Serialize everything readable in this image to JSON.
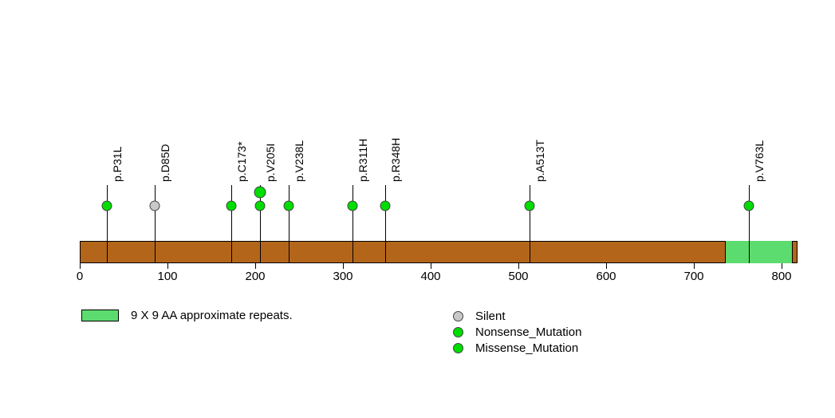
{
  "chart_data": {
    "type": "lollipop",
    "title": "",
    "xlabel": "",
    "ylabel": "",
    "xlim": [
      0,
      818
    ],
    "protein_length": 818,
    "axis_ticks": [
      0,
      100,
      200,
      300,
      400,
      500,
      600,
      700,
      800
    ],
    "axis_tick_labels": [
      "0",
      "100",
      "200",
      "300",
      "400",
      "500",
      "600",
      "700",
      "800"
    ],
    "backbone_color": "#b3661a",
    "domains": [
      {
        "name": "9 X 9 AA approximate repeats.",
        "start": 735,
        "end": 813,
        "color": "#5cdb6e"
      }
    ],
    "mutations": [
      {
        "label": "p.P31L",
        "position": 31,
        "count": 1,
        "type": "Missense_Mutation",
        "color": "#00dd00"
      },
      {
        "label": "p.D85D",
        "position": 85,
        "count": 1,
        "type": "Silent",
        "color": "#c8c8c8"
      },
      {
        "label": "p.C173*",
        "position": 173,
        "count": 1,
        "type": "Nonsense_Mutation",
        "color": "#00dd00"
      },
      {
        "label": "p.V205I",
        "position": 205,
        "count": 2,
        "type": "Missense_Mutation",
        "color": "#00dd00"
      },
      {
        "label": "p.V238L",
        "position": 238,
        "count": 1,
        "type": "Missense_Mutation",
        "color": "#00dd00"
      },
      {
        "label": "p.R311H",
        "position": 311,
        "count": 1,
        "type": "Missense_Mutation",
        "color": "#00dd00"
      },
      {
        "label": "p.R348H",
        "position": 348,
        "count": 1,
        "type": "Missense_Mutation",
        "color": "#00dd00"
      },
      {
        "label": "p.A513T",
        "position": 513,
        "count": 1,
        "type": "Missense_Mutation",
        "color": "#00dd00"
      },
      {
        "label": "p.V763L",
        "position": 763,
        "count": 1,
        "type": "Missense_Mutation",
        "color": "#00dd00"
      }
    ],
    "legend": {
      "domain_entries": [
        {
          "label": "9 X 9 AA approximate repeats.",
          "color": "#5cdb6e"
        }
      ],
      "mutation_entries": [
        {
          "label": "Silent",
          "color": "#c8c8c8"
        },
        {
          "label": "Nonsense_Mutation",
          "color": "#00dd00"
        },
        {
          "label": "Missense_Mutation",
          "color": "#00dd00"
        }
      ]
    }
  }
}
